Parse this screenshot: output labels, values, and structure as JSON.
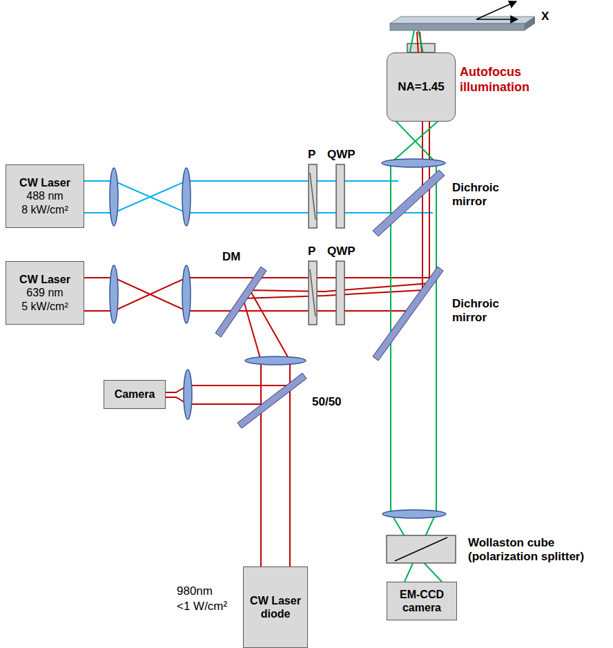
{
  "diagram": {
    "nodes": [
      {
        "text": [
          "NA=1.45"
        ]
      },
      {
        "text": [
          "CW Laser",
          "488 nm",
          "8 kW/cm²"
        ]
      },
      {
        "text": [
          "CW Laser",
          "639 nm",
          "5 kW/cm²"
        ]
      },
      {
        "text": [
          "Camera"
        ]
      },
      {
        "text": [
          "CW Laser diode"
        ]
      },
      {
        "text": [
          "EM-CCD camera"
        ]
      }
    ],
    "labels": [
      "X",
      "Autofocus illumination",
      "P",
      "QWP",
      "Dichroic mirror",
      "DM",
      "P",
      "QWP",
      "Dichroic mirror",
      "50/50",
      "Wollaston cube (polarization splitter)",
      "980nm",
      "<1 W/cm²"
    ]
  }
}
